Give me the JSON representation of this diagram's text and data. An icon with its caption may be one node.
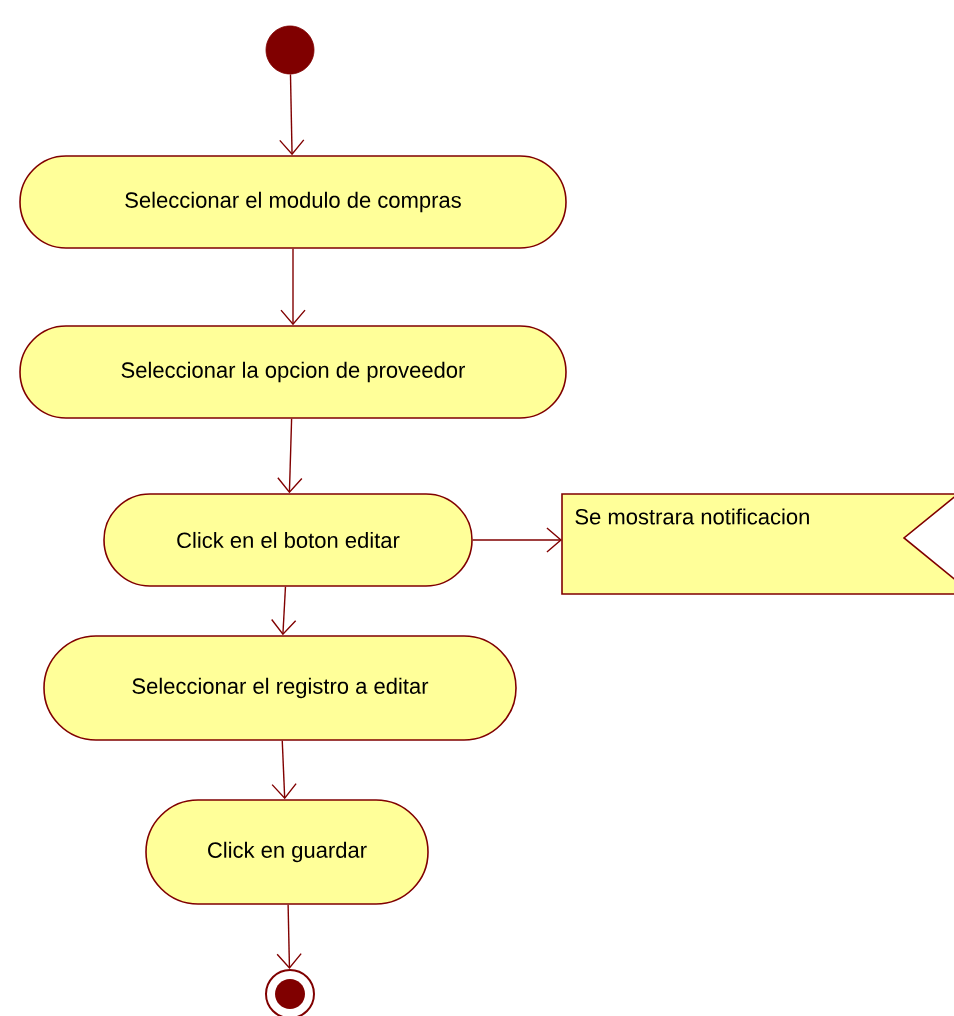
{
  "diagram": {
    "nodes": [
      {
        "text": [],
        "shape": "circle"
      },
      {
        "text": [
          "Seleccionar el modulo de compras"
        ]
      },
      {
        "text": [
          "Seleccionar la opcion de proveedor"
        ]
      },
      {
        "text": [
          "Click en el boton editar"
        ]
      },
      {
        "text": [
          "Se mostrara notificacion"
        ]
      },
      {
        "text": [
          "Seleccionar el registro a editar"
        ]
      },
      {
        "text": [
          "Click en guardar"
        ]
      },
      {
        "text": [],
        "shape": "bullseye"
      }
    ],
    "edges": [
      {
        "from": 0,
        "to": 1,
        "arrow": "to"
      },
      {
        "from": 1,
        "to": 2,
        "arrow": "to"
      },
      {
        "from": 2,
        "to": 3,
        "arrow": "to"
      },
      {
        "from": 3,
        "to": 4,
        "arrow": "to"
      },
      {
        "from": 3,
        "to": 5,
        "arrow": "to"
      },
      {
        "from": 5,
        "to": 6,
        "arrow": "to"
      },
      {
        "from": 6,
        "to": 7,
        "arrow": "to"
      }
    ]
  }
}
